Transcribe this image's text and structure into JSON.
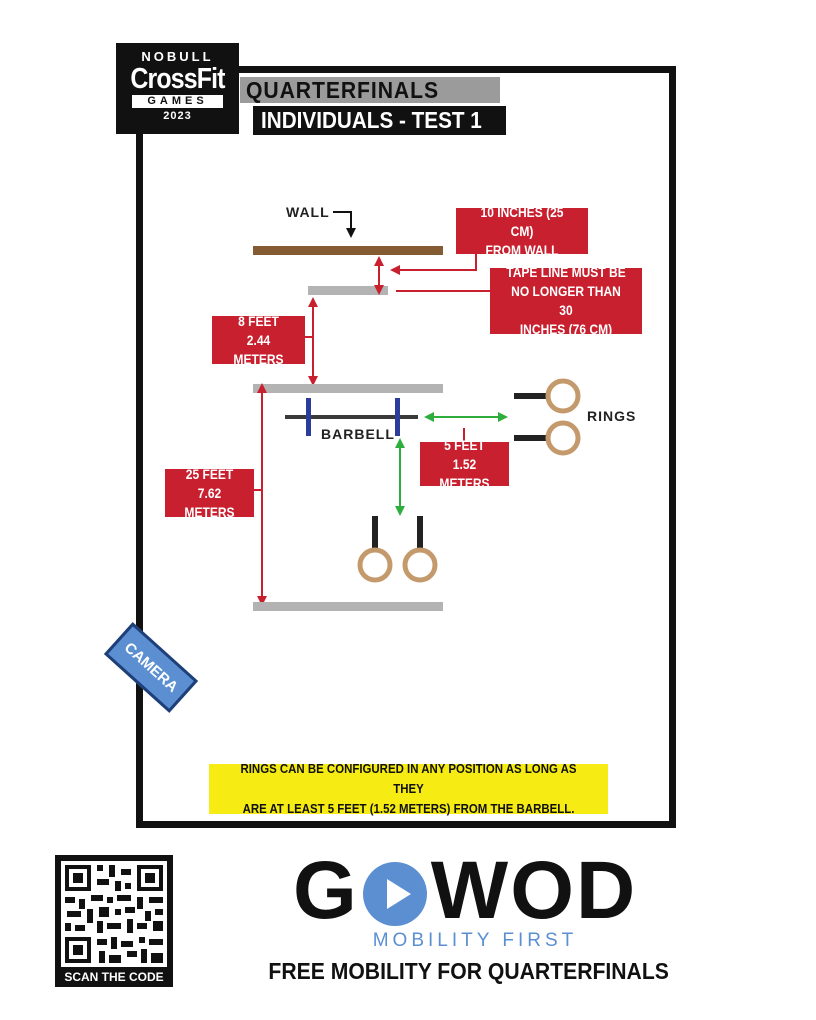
{
  "logo": {
    "sponsor": "NOBULL",
    "brand": "CrossFit",
    "games": "GAMES",
    "year": "2023"
  },
  "header": {
    "title": "QUARTERFINALS",
    "subtitle": "INDIVIDUALS - TEST 1"
  },
  "diagram": {
    "wall_label": "WALL",
    "wall_distance_label": "10 INCHES (25 CM)\nFROM WALL",
    "tape_line_label": "TAPE LINE MUST BE\nNO LONGER THAN 30\nINCHES (76 CM)",
    "height_label": "8 FEET\n2.44 METERS",
    "length_label": "25 FEET\n7.62 METERS",
    "rings_distance_label": "5 FEET\n1.52 METERS",
    "barbell_label": "BARBELL",
    "rings_label": "RINGS",
    "camera_label": "CAMERA",
    "note": "RINGS CAN BE CONFIGURED IN ANY POSITION  AS LONG AS THEY\nARE AT LEAST 5 FEET (1.52 METERS) FROM THE BARBELL."
  },
  "colors": {
    "wall": "#845b32",
    "tape": "#b3b3b3",
    "red": "#c8202e",
    "green": "#2fad3d",
    "blue_marker": "#2b3c9c",
    "ring": "#c49a6c",
    "camera": "#5b8fd2",
    "note_bg": "#f6ec13"
  },
  "footer": {
    "qr_caption": "SCAN THE CODE",
    "brand_left": "G",
    "brand_right": "WOD",
    "tagline": "MOBILITY FIRST",
    "cta": "FREE MOBILITY FOR QUARTERFINALS"
  }
}
